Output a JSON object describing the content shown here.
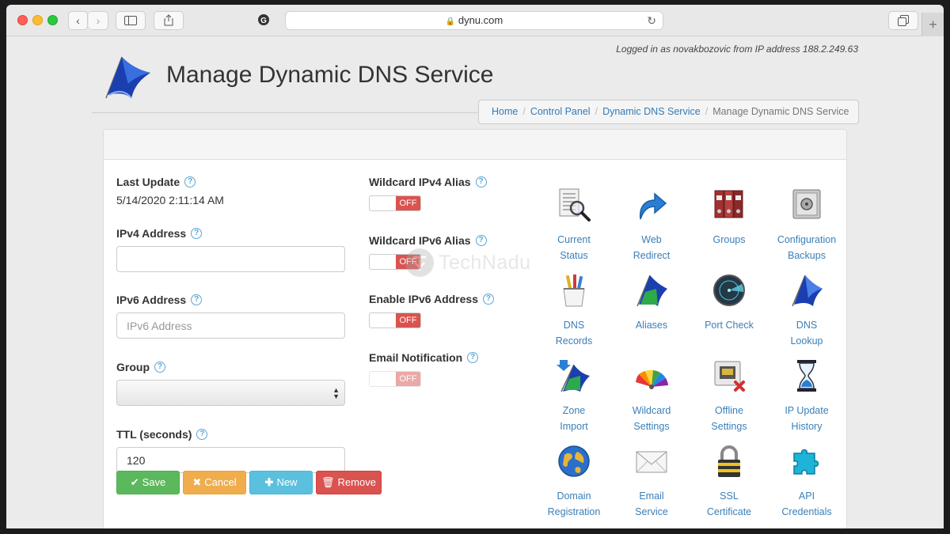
{
  "browser": {
    "url": "dynu.com"
  },
  "page": {
    "logged_in": "Logged in as novakbozovic from IP address 188.2.249.63",
    "title": "Manage Dynamic DNS Service"
  },
  "breadcrumb": [
    {
      "label": "Home",
      "link": true
    },
    {
      "label": "Control Panel",
      "link": true
    },
    {
      "label": "Dynamic DNS Service",
      "link": true
    },
    {
      "label": "Manage Dynamic DNS Service",
      "link": false
    }
  ],
  "form": {
    "last_update_label": "Last Update",
    "last_update_value": "5/14/2020 2:11:14 AM",
    "ipv4_label": "IPv4 Address",
    "ipv4_value": "",
    "ipv6_label": "IPv6 Address",
    "ipv6_placeholder": "IPv6 Address",
    "group_label": "Group",
    "group_value": "",
    "ttl_label": "TTL (seconds)",
    "ttl_value": "120"
  },
  "toggles": {
    "wildcard_ipv4_label": "Wildcard IPv4 Alias",
    "wildcard_ipv4_state": "OFF",
    "wildcard_ipv6_label": "Wildcard IPv6 Alias",
    "wildcard_ipv6_state": "OFF",
    "enable_ipv6_label": "Enable IPv6 Address",
    "enable_ipv6_state": "OFF",
    "email_label": "Email Notification",
    "email_state": "OFF"
  },
  "buttons": {
    "save": "Save",
    "cancel": "Cancel",
    "new": "New",
    "remove": "Remove"
  },
  "tiles": [
    {
      "line1": "Current",
      "line2": "Status",
      "icon": "status-report-icon"
    },
    {
      "line1": "Web",
      "line2": "Redirect",
      "icon": "redirect-arrow-icon"
    },
    {
      "line1": "Groups",
      "line2": "",
      "icon": "binders-icon"
    },
    {
      "line1": "Configuration",
      "line2": "Backups",
      "icon": "safe-icon"
    },
    {
      "line1": "DNS",
      "line2": "Records",
      "icon": "pencil-cup-icon"
    },
    {
      "line1": "Aliases",
      "line2": "",
      "icon": "alias-flag-icon"
    },
    {
      "line1": "Port Check",
      "line2": "",
      "icon": "radar-icon"
    },
    {
      "line1": "DNS",
      "line2": "Lookup",
      "icon": "flag-icon"
    },
    {
      "line1": "Zone",
      "line2": "Import",
      "icon": "zone-import-icon"
    },
    {
      "line1": "Wildcard",
      "line2": "Settings",
      "icon": "color-fan-icon"
    },
    {
      "line1": "Offline",
      "line2": "Settings",
      "icon": "network-offline-icon"
    },
    {
      "line1": "IP Update",
      "line2": "History",
      "icon": "hourglass-icon"
    },
    {
      "line1": "Domain",
      "line2": "Registration",
      "icon": "globe-icon"
    },
    {
      "line1": "Email",
      "line2": "Service",
      "icon": "envelope-icon"
    },
    {
      "line1": "SSL",
      "line2": "Certificate",
      "icon": "padlock-icon"
    },
    {
      "line1": "API",
      "line2": "Credentials",
      "icon": "puzzle-icon"
    }
  ],
  "watermark": "TechNadu",
  "colors": {
    "link": "#337ab7",
    "tile_label": "#3a7fb9",
    "save": "#5cb85c",
    "cancel": "#f0ad4e",
    "new": "#5bc0de",
    "remove": "#d9534f"
  }
}
